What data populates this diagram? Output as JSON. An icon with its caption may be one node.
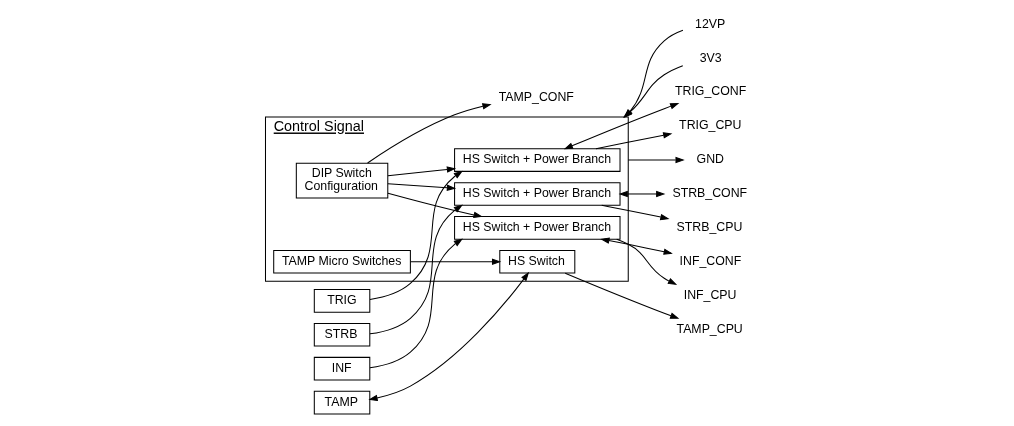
{
  "diagram": {
    "nodes": [
      {
        "text": [
          "Control Signal"
        ]
      },
      {
        "text": [
          "TRIG"
        ]
      },
      {
        "text": [
          "STRB"
        ]
      },
      {
        "text": [
          "INF"
        ]
      },
      {
        "text": [
          "TAMP"
        ]
      },
      {
        "text": [
          "HS Switch + Power Branch"
        ],
        "in": 0
      },
      {
        "text": [
          "HS Switch + Power Branch"
        ],
        "in": 0
      },
      {
        "text": [
          "HS Switch + Power Branch"
        ],
        "in": 0
      },
      {
        "text": [
          "HS Switch"
        ],
        "in": 0
      },
      {
        "text": [
          "TAMP Micro Switches"
        ],
        "in": 0
      },
      {
        "text": [
          "DIP Switch Configuration"
        ],
        "in": 0
      },
      {
        "text": [
          "12VP"
        ]
      },
      {
        "text": [
          "3V3"
        ]
      },
      {
        "text": [
          "TRIG_CONF"
        ]
      },
      {
        "text": [
          "TRIG_CPU"
        ]
      },
      {
        "text": [
          "STRB_CONF"
        ]
      },
      {
        "text": [
          "STRB_CPU"
        ]
      },
      {
        "text": [
          "INF_CONF"
        ]
      },
      {
        "text": [
          "INF_CPU"
        ]
      },
      {
        "text": [
          "TAMP_CONF"
        ]
      },
      {
        "text": [
          "TAMP_CPU"
        ]
      },
      {
        "text": [
          "GND"
        ]
      }
    ],
    "edges": [
      {
        "from": 11,
        "to": 0,
        "arrow": "to"
      },
      {
        "from": 12,
        "to": 0,
        "arrow": "to"
      },
      {
        "from": 1,
        "to": 5,
        "arrow": "to"
      },
      {
        "from": 2,
        "to": 6,
        "arrow": "to"
      },
      {
        "from": 3,
        "to": 7,
        "arrow": "to"
      },
      {
        "from": 4,
        "to": 8,
        "arrow": "both"
      },
      {
        "from": 9,
        "to": 8,
        "arrow": "to"
      },
      {
        "from": 5,
        "to": 13,
        "arrow": "both"
      },
      {
        "from": 5,
        "to": 14,
        "arrow": "to"
      },
      {
        "from": 6,
        "to": 15,
        "arrow": "both"
      },
      {
        "from": 6,
        "to": 16,
        "arrow": "to"
      },
      {
        "from": 7,
        "to": 17,
        "arrow": "both"
      },
      {
        "from": 7,
        "to": 18,
        "arrow": "to"
      },
      {
        "from": 10,
        "to": 5,
        "arrow": "to"
      },
      {
        "from": 10,
        "to": 6,
        "arrow": "to"
      },
      {
        "from": 10,
        "to": 7,
        "arrow": "to"
      },
      {
        "from": 10,
        "to": 19,
        "arrow": "to"
      },
      {
        "from": 8,
        "to": 20,
        "arrow": "to"
      },
      {
        "from": 0,
        "to": 21,
        "arrow": "to"
      }
    ]
  }
}
